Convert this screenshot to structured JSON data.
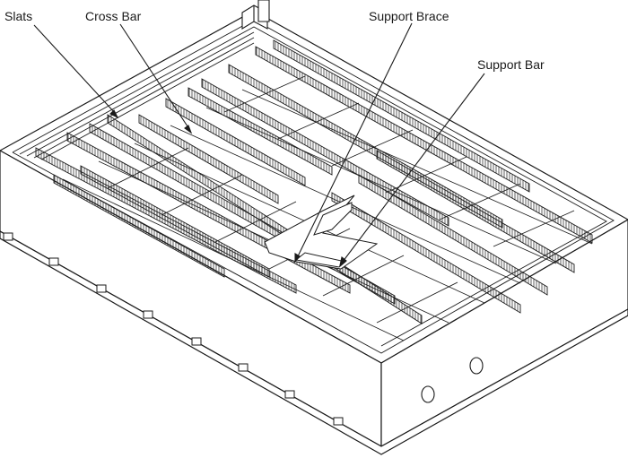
{
  "labels": {
    "slats": "Slats",
    "cross_bar": "Cross Bar",
    "support_brace": "Support Brace",
    "support_bar": "Support Bar"
  },
  "colors": {
    "line": "#1a1a1a",
    "fill": "#ffffff",
    "light_fill": "#f2f2f2"
  }
}
